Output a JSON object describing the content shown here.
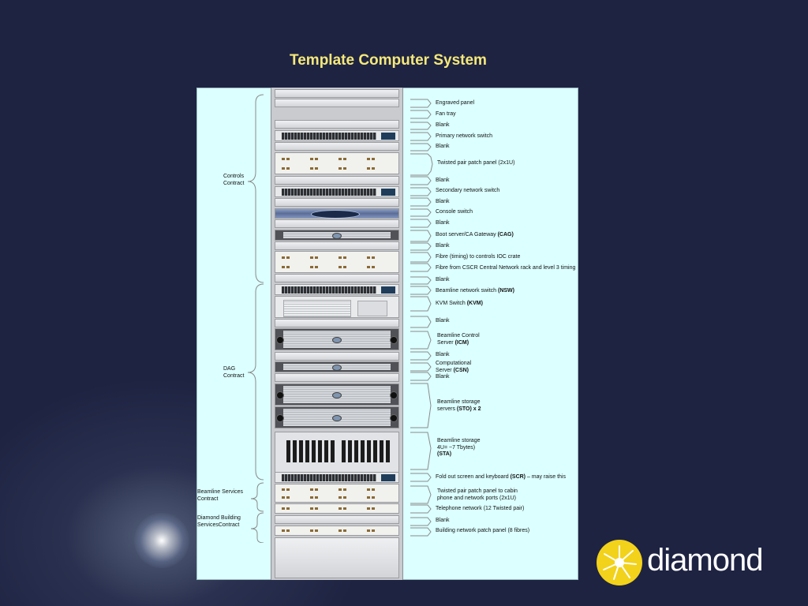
{
  "title": "Template Computer System",
  "labels": {
    "engraved_panel": "Engraved panel",
    "fan_tray": "Fan tray",
    "blank": "Blank",
    "primary_switch": "Primary network switch",
    "twisted_pair_2x1u": "Twisted pair patch panel (2x1U)",
    "secondary_switch": "Secondary network switch",
    "console_switch": "Console switch",
    "boot_server_text": "Boot server/CA Gateway ",
    "boot_server_bold": "(CAG)",
    "fibre_timing": "Fibre (timing) to controls IOC crate",
    "fibre_cscr": "Fibre from CSCR Central Network rack and level 3 timing",
    "beamline_switch_text": "Beamline network switch ",
    "beamline_switch_bold": "(NSW)",
    "kvm_text": "KVM Switch ",
    "kvm_bold": "(KVM)",
    "icm_line1": "Beamline Control",
    "icm_line2_text": "Server ",
    "icm_line2_bold": "(ICM)",
    "csn_line1": "Computational",
    "csn_line2_text": "Server ",
    "csn_line2_bold": "(CSN)",
    "sto_line1": "Beamline storage",
    "sto_line2_text": "servers ",
    "sto_line2_bold": "(STO) x 2",
    "sta_line1": "Beamline storage",
    "sta_line2": "4U= ~7 Tbytes)",
    "sta_line3": "(STA)",
    "scr_text": "Fold out screen and keyboard ",
    "scr_bold": "(SCR)",
    "scr_tail": " – may raise this",
    "cabin_line1": "Twisted pair patch panel to cabin",
    "cabin_line2": "phone and network ports  (2x1U)",
    "telephone": "Telephone network (12 Twisted pair)",
    "building_patch": "Building network patch panel (8 fibres)"
  },
  "groups": {
    "controls": "Controls\nContract",
    "dag": "DAG\nContract",
    "beamline_services": "Beamline Services\nContract",
    "diamond_building": "Diamond Building\nServicesContract"
  },
  "logo": {
    "text": "diamond",
    "color": "#f2d21a"
  }
}
